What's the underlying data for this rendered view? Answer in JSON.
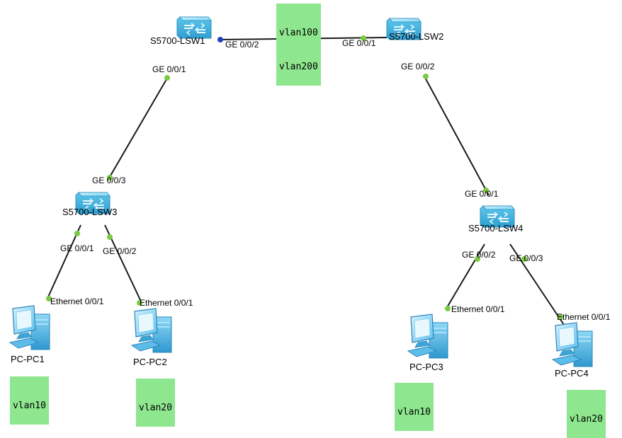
{
  "colors": {
    "link": "#1a1a1a",
    "port_dot": "#7ac943",
    "port_dot_active": "#1f3fbf",
    "tag_bg": "#8ee68e",
    "switch_body": "#6fd0ee",
    "pc_body": "#4cb8e8"
  },
  "devices": {
    "lsw1": {
      "name": "S5700-LSW1",
      "icon": "switch-icon"
    },
    "lsw2": {
      "name": "S5700-LSW2",
      "icon": "switch-icon"
    },
    "lsw3": {
      "name": "S5700-LSW3",
      "icon": "switch-icon"
    },
    "lsw4": {
      "name": "S5700-LSW4",
      "icon": "switch-icon"
    },
    "pc1": {
      "name": "PC-PC1",
      "icon": "pc-icon"
    },
    "pc2": {
      "name": "PC-PC2",
      "icon": "pc-icon"
    },
    "pc3": {
      "name": "PC-PC3",
      "icon": "pc-icon"
    },
    "pc4": {
      "name": "PC-PC4",
      "icon": "pc-icon"
    }
  },
  "ports": {
    "lsw1_ge002": "GE 0/0/2",
    "lsw2_ge001": "GE 0/0/1",
    "lsw1_ge001": "GE 0/0/1",
    "lsw3_ge003": "GE 0/0/3",
    "lsw2_ge002": "GE 0/0/2",
    "lsw4_ge001": "GE 0/0/1",
    "lsw3_ge001": "GE 0/0/1",
    "lsw3_ge002": "GE 0/0/2",
    "pc1_eth": "Ethernet 0/0/1",
    "pc2_eth": "Ethernet 0/0/1",
    "lsw4_ge002": "GE 0/0/2",
    "lsw4_ge003": "GE 0/0/3",
    "pc3_eth": "Ethernet 0/0/1",
    "pc4_eth": "Ethernet 0/0/1"
  },
  "tags": {
    "trunk": [
      "vlan100",
      "vlan200"
    ],
    "pc1": "vlan10",
    "pc2": "vlan20",
    "pc3": "vlan10",
    "pc4": "vlan20"
  }
}
